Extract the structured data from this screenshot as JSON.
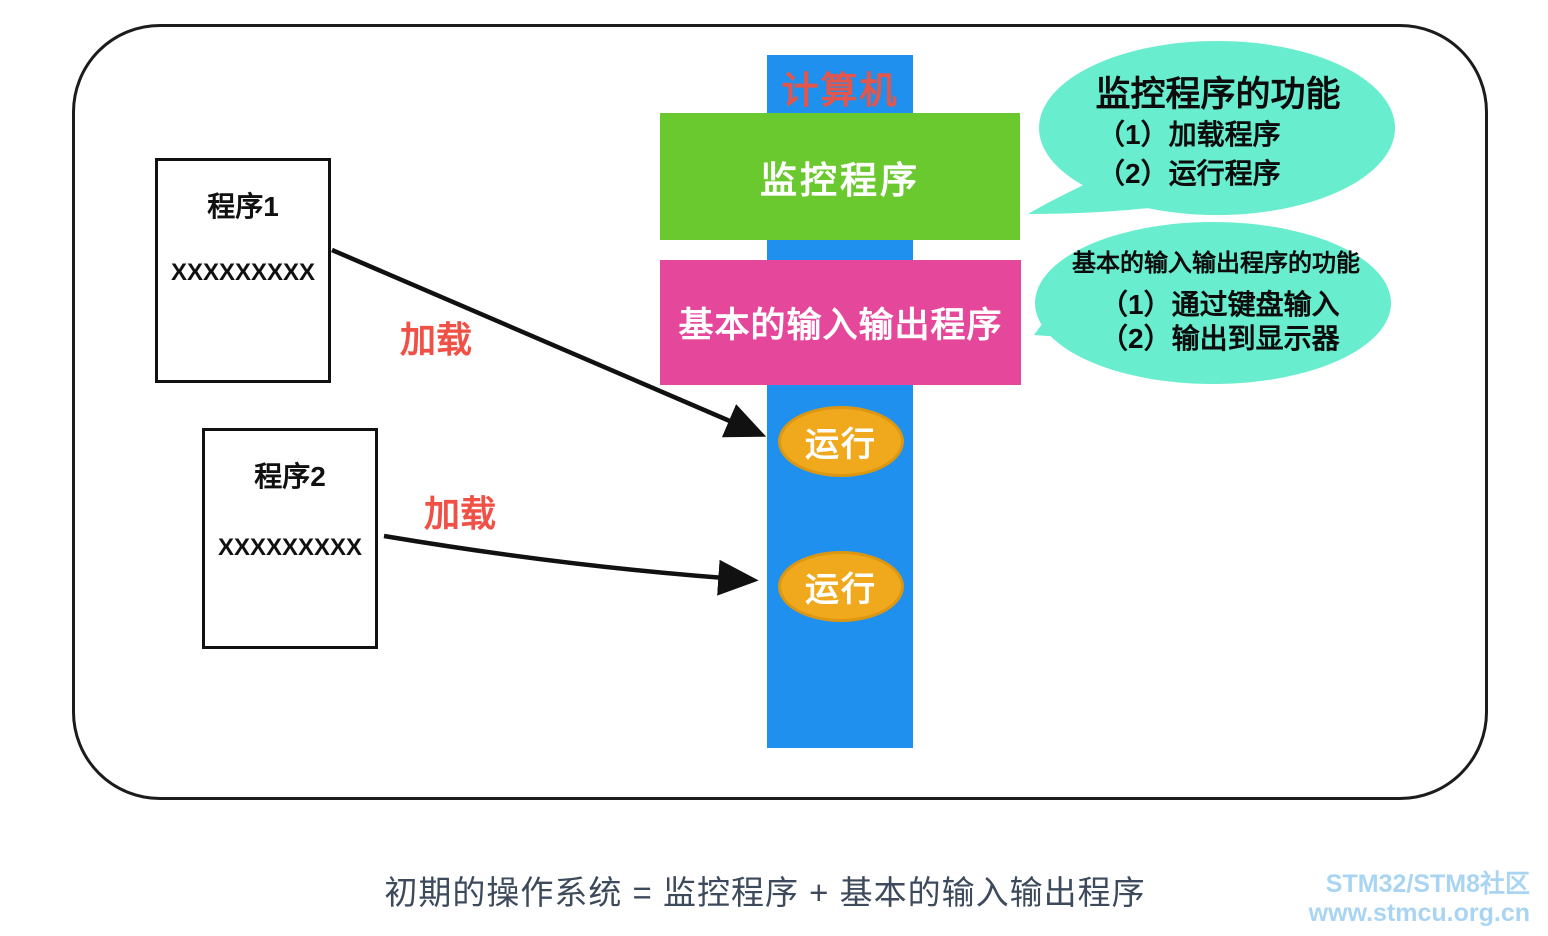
{
  "diagram": {
    "computer_bar_label": "计算机",
    "monitor_box_label": "监控程序",
    "bios_box_label": "基本的输入输出程序",
    "run_labels": [
      "运行",
      "运行"
    ],
    "programs": [
      {
        "title": "程序1",
        "content": "XXXXXXXXX"
      },
      {
        "title": "程序2",
        "content": "XXXXXXXXX"
      }
    ],
    "load_labels": [
      "加载",
      "加载"
    ],
    "bubbles": [
      {
        "title": "监控程序的功能",
        "items": [
          "（1）加载程序",
          "（2）运行程序"
        ]
      },
      {
        "title": "基本的输入输出程序的功能",
        "items": [
          "（1）通过键盘输入",
          "（2）输出到显示器"
        ]
      }
    ],
    "caption": "初期的操作系统 = 监控程序 + 基本的输入输出程序",
    "watermark": {
      "line1": "STM32/STM8社区",
      "line2": "www.stmcu.org.cn"
    },
    "colors": {
      "computer_bar": "#1f90ee",
      "monitor_box": "#69c92f",
      "bios_box": "#e5489b",
      "run_oval": "#f0a91c",
      "bubble": "#68edce",
      "red_text": "#f05146",
      "caption_text": "#3d4a5c",
      "watermark_text": "#a9d5f3"
    }
  }
}
